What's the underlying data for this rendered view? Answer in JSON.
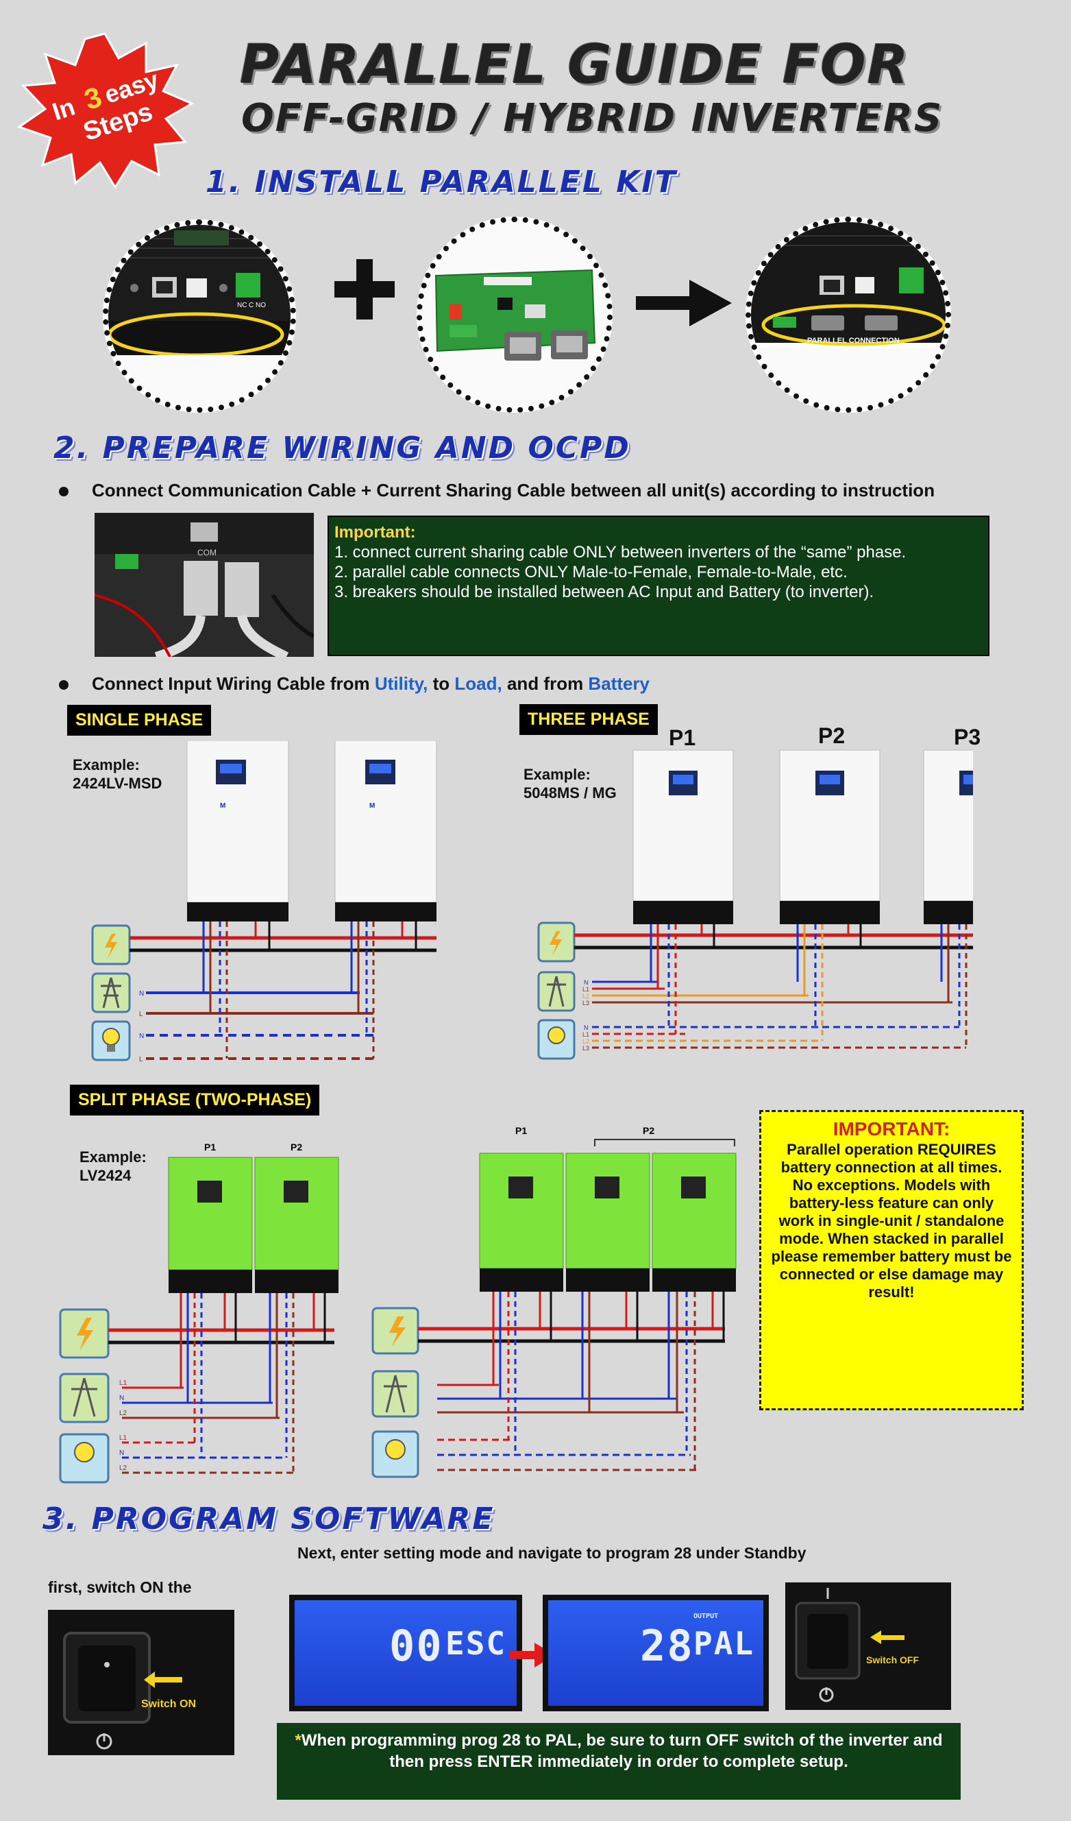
{
  "badge": {
    "line1_a": "In",
    "line1_num": "3",
    "line1_b": "easy",
    "line2": "Steps"
  },
  "title": {
    "line1": "PARALLEL GUIDE FOR",
    "line2": "OFF-GRID / HYBRID INVERTERS"
  },
  "step1": {
    "title": "1. INSTALL PARALLEL KIT",
    "connector_labels": [
      "NC",
      "C",
      "NO"
    ],
    "result_label": "PARALLEL CONNECTION"
  },
  "step2": {
    "title": "2. PREPARE WIRING AND OCPD",
    "bullet1": "Connect Communication Cable + Current Sharing Cable between all unit(s) according to instruction",
    "photo_label": "COM",
    "important": {
      "heading": "Important:",
      "lines": [
        "1. connect current sharing cable ONLY between inverters of the “same” phase.",
        "2. parallel cable connects ONLY Male-to-Female, Female-to-Male, etc.",
        "3. breakers should be installed between AC Input and Battery (to inverter)."
      ]
    },
    "bullet2": {
      "prefix": "Connect Input Wiring Cable from ",
      "utility": "Utility,",
      "mid": " to ",
      "load": "Load,",
      "mid2": " and from ",
      "battery": "Battery"
    },
    "single_phase": {
      "label": "SINGLE PHASE",
      "example": "Example:",
      "model": "2424LV-MSD",
      "wire_labels": [
        "N",
        "L",
        "N",
        "L"
      ]
    },
    "three_phase": {
      "label": "THREE PHASE",
      "example": "Example:",
      "model": "5048MS / MG",
      "units": [
        "P1",
        "P2",
        "P3"
      ],
      "wire_labels": [
        "N",
        "L1",
        "L2",
        "L3",
        "N",
        "L1",
        "L2",
        "L3"
      ]
    },
    "split_phase": {
      "label": "SPLIT PHASE (TWO-PHASE)",
      "example": "Example:",
      "model": "LV2424",
      "left_units": [
        "P1",
        "P2"
      ],
      "right_units": [
        "P1",
        "P2"
      ],
      "wire_labels": [
        "L1",
        "N",
        "L2",
        "L1",
        "N",
        "L2"
      ]
    },
    "warning": {
      "title": "IMPORTANT:",
      "text": "Parallel operation REQUIRES battery connection at all times. No exceptions. Models with battery-less feature can only work in single-unit / standalone mode.  When stacked in parallel please remember battery must be connected or else damage may result!"
    }
  },
  "step3": {
    "title": "3. PROGRAM SOFTWARE",
    "instruction": "Next, enter setting mode and navigate to program 28 under Standby",
    "first": "first, switch ON the",
    "lcd1": {
      "num": "00",
      "text": "ESC"
    },
    "lcd2": {
      "num": "28",
      "text": "PAL",
      "tag": "OUTPUT"
    },
    "switch_on": "Switch ON",
    "switch_off": "Switch OFF",
    "note": {
      "asterisk": "*",
      "text": "When programming prog 28 to PAL, be sure to turn OFF switch of the inverter and then press ENTER immediately in order to complete setup."
    }
  },
  "colors": {
    "heading_blue": "#1a2fb0",
    "dark_green": "#0f3d15",
    "highlight_yellow": "#ffd54a",
    "warning_red": "#d6231a",
    "wire_red": "#d01b1b",
    "wire_blue": "#1b2fd0",
    "wire_orange": "#e59a2a",
    "wire_brown": "#8b2e1f",
    "inverter_green": "#7ee33a"
  }
}
